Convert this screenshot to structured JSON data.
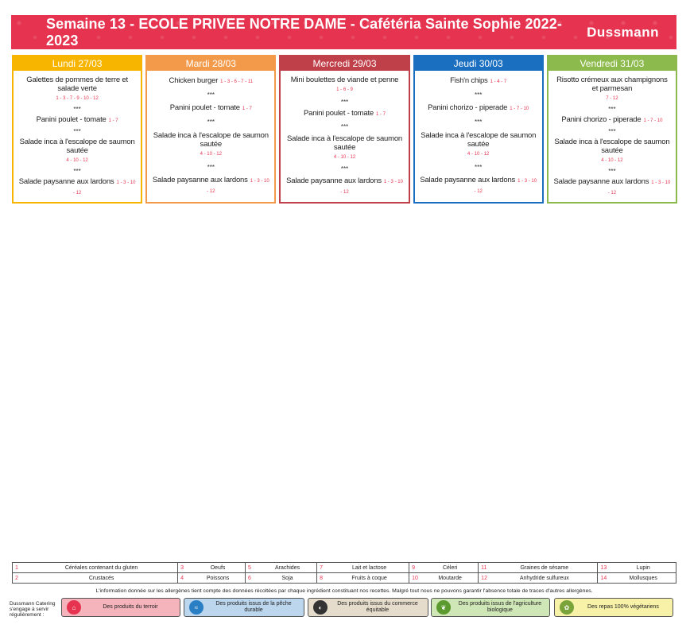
{
  "header": {
    "title": "Semaine 13 - ECOLE PRIVEE NOTRE DAME - Cafétéria Sainte Sophie 2022-2023",
    "brand": "Dussmann"
  },
  "separator": "***",
  "days": [
    {
      "label": "Lundi 27/03",
      "color": "#f7b500",
      "items": [
        {
          "name": "Galettes de pommes de terre et salade verte",
          "allergens": "1 - 3 - 7 - 9 - 10 - 12"
        },
        {
          "name": "Panini poulet - tomate",
          "allergens": "1 - 7"
        },
        {
          "name": "Salade inca à l'escalope de saumon sautée",
          "allergens": "4 - 10 - 12"
        },
        {
          "name": "Salade paysanne aux lardons",
          "allergens": "1 - 3 - 10 - 12"
        }
      ]
    },
    {
      "label": "Mardi 28/03",
      "color": "#f29a4a",
      "items": [
        {
          "name": "Chicken burger",
          "allergens": "1 - 3 - 6 - 7 - 11"
        },
        {
          "name": "Panini poulet - tomate",
          "allergens": "1 - 7"
        },
        {
          "name": "Salade inca à l'escalope de saumon sautée",
          "allergens": "4 - 10 - 12"
        },
        {
          "name": "Salade paysanne aux lardons",
          "allergens": "1 - 3 - 10 - 12"
        }
      ]
    },
    {
      "label": "Mercredi 29/03",
      "color": "#c0404a",
      "items": [
        {
          "name": "Mini boulettes de viande et penne",
          "allergens": "1 - 6 - 9"
        },
        {
          "name": "Panini poulet - tomate",
          "allergens": "1 - 7"
        },
        {
          "name": "Salade inca à l'escalope de saumon sautée",
          "allergens": "4 - 10 - 12"
        },
        {
          "name": "Salade paysanne aux lardons",
          "allergens": "1 - 3 - 10 - 12"
        }
      ]
    },
    {
      "label": "Jeudi 30/03",
      "color": "#1a6fc0",
      "items": [
        {
          "name": "Fish'n chips",
          "allergens": "1 - 4 - 7"
        },
        {
          "name": "Panini chorizo - piperade",
          "allergens": "1 - 7 - 10"
        },
        {
          "name": "Salade inca à l'escalope de saumon sautée",
          "allergens": "4 - 10 - 12"
        },
        {
          "name": "Salade paysanne aux lardons",
          "allergens": "1 - 3 - 10 - 12"
        }
      ]
    },
    {
      "label": "Vendredi 31/03",
      "color": "#8dba4c",
      "items": [
        {
          "name": "Risotto crémeux aux champignons et parmesan",
          "allergens": "7 - 12"
        },
        {
          "name": "Panini chorizo - piperade",
          "allergens": "1 - 7 - 10"
        },
        {
          "name": "Salade inca à l'escalope de saumon sautée",
          "allergens": "4 - 10 - 12"
        },
        {
          "name": "Salade paysanne aux lardons",
          "allergens": "1 - 3 - 10 - 12"
        }
      ]
    }
  ],
  "allergens": [
    [
      {
        "n": "1",
        "label": "Céréales contenant du gluten"
      },
      {
        "n": "3",
        "label": "Oeufs"
      },
      {
        "n": "5",
        "label": "Arachides"
      },
      {
        "n": "7",
        "label": "Lait et lactose"
      },
      {
        "n": "9",
        "label": "Céleri"
      },
      {
        "n": "11",
        "label": "Graines de sésame"
      },
      {
        "n": "13",
        "label": "Lupin"
      }
    ],
    [
      {
        "n": "2",
        "label": "Crustacés"
      },
      {
        "n": "4",
        "label": "Poissons"
      },
      {
        "n": "6",
        "label": "Soja"
      },
      {
        "n": "8",
        "label": "Fruits à coque"
      },
      {
        "n": "10",
        "label": "Moutarde"
      },
      {
        "n": "12",
        "label": "Anhydride sulfureux"
      },
      {
        "n": "14",
        "label": "Mollusques"
      }
    ]
  ],
  "disclaimer": "L'information donnée sur les allergènes tient compte des données récoltées par chaque ingrédient constituant nos recettes. Malgré tout nous ne pouvons garantir l'absence totale de traces d'autres allergènes.",
  "engagement": "Dussmann Catering s'engage à servir régulièrement :",
  "labels": [
    {
      "text": "Des produits du terroir",
      "bg": "#f5b3bb",
      "icon_color": "#e63450",
      "icon": "house-icon"
    },
    {
      "text": "Des produits issus de la pêche durable",
      "bg": "#bcd6ee",
      "icon_color": "#2a7fc4",
      "icon": "fish-icon"
    },
    {
      "text": "Des produits issus du commerce équitable",
      "bg": "#e6dccb",
      "icon_color": "#333333",
      "icon": "fairtrade-icon"
    },
    {
      "text": "Des produits issus de l'agriculture biologique",
      "bg": "#cfe6b6",
      "icon_color": "#5b9a2e",
      "icon": "organic-leaf-icon"
    },
    {
      "text": "Des repas 100% végétariens",
      "bg": "#f7f2a8",
      "icon_color": "#7aa33a",
      "icon": "veggie-icon"
    }
  ]
}
